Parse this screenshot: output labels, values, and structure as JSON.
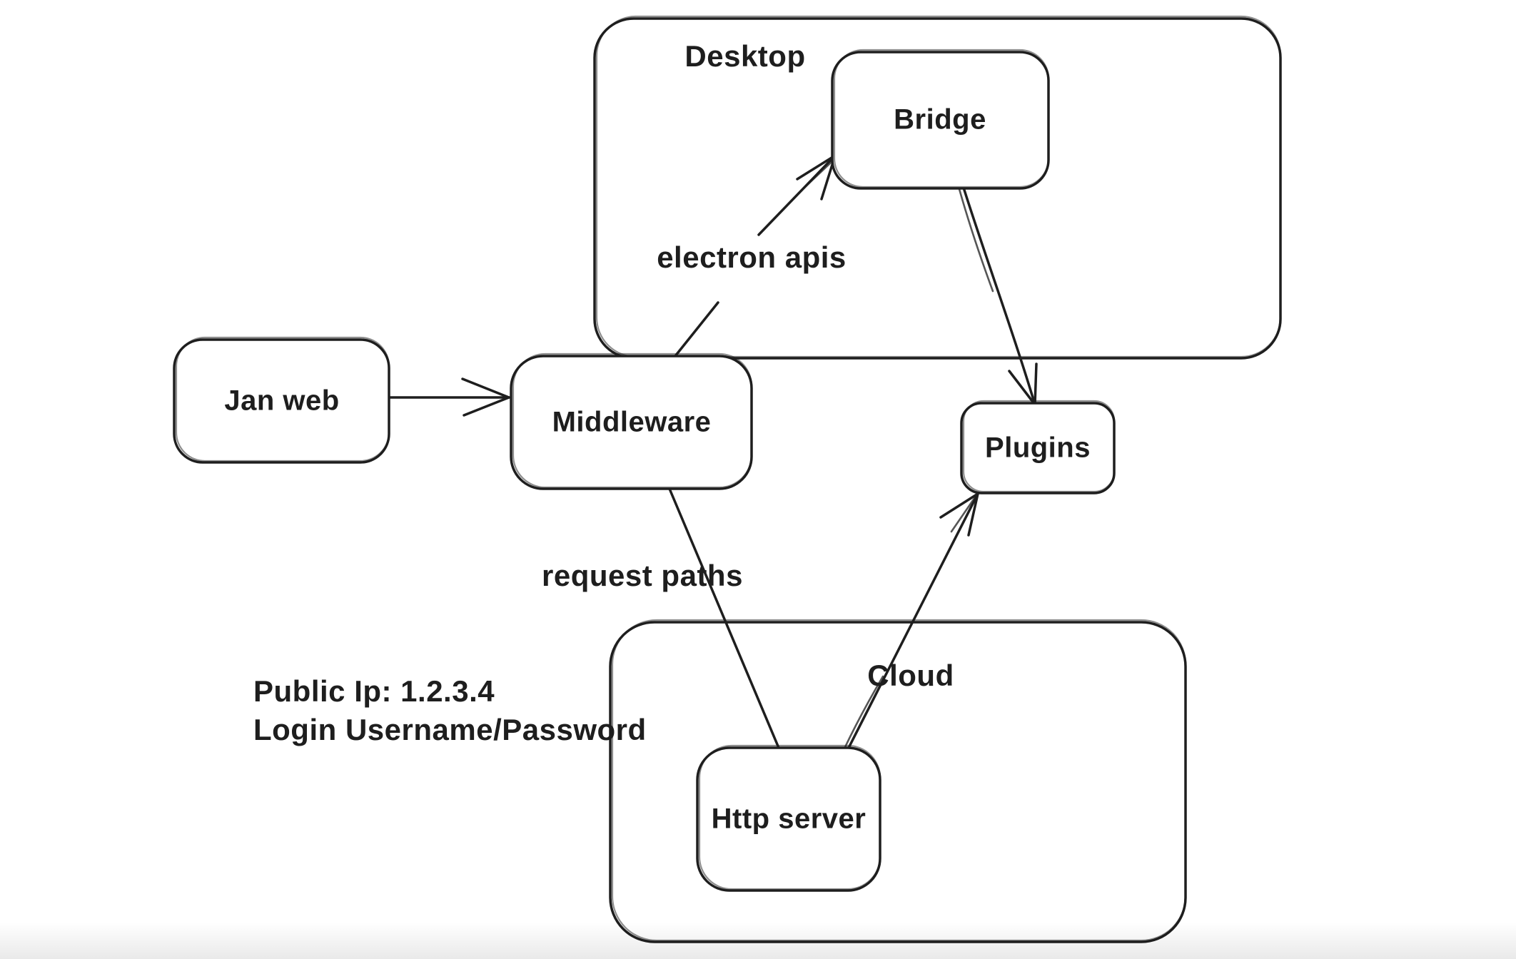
{
  "canvas": {
    "background": "#ffffff",
    "ink": "#1e1e1e"
  },
  "diagram": {
    "containers": {
      "desktop": {
        "label": "Desktop"
      },
      "cloud": {
        "label": "Cloud"
      }
    },
    "nodes": {
      "jan_web": {
        "label": "Jan web"
      },
      "middleware": {
        "label": "Middleware"
      },
      "bridge": {
        "label": "Bridge"
      },
      "plugins": {
        "label": "Plugins"
      },
      "http_server": {
        "label": "Http server"
      }
    },
    "edge_labels": {
      "electron_apis": {
        "label": "electron apis"
      },
      "request_paths": {
        "label": "request paths"
      }
    },
    "notes": {
      "public_ip": "Public Ip: 1.2.3.4",
      "login": "Login Username/Password"
    }
  }
}
